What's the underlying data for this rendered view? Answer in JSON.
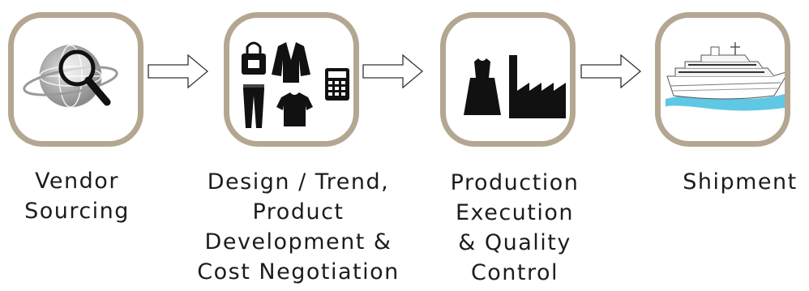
{
  "steps": [
    {
      "label": "Vendor\nSourcing",
      "icon": "globe-magnifier-icon"
    },
    {
      "label": "Design / Trend,\nProduct\nDevelopment  &\nCost Negotiation",
      "icon": "apparel-calculator-icon"
    },
    {
      "label": "Production\nExecution\n& Quality\nControl",
      "icon": "dress-factory-icon"
    },
    {
      "label": "Shipment",
      "icon": "cruise-ship-icon"
    }
  ],
  "colors": {
    "box_border": "#b4a791",
    "icon": "#1a1a1a",
    "water": "#5ec8e5"
  }
}
